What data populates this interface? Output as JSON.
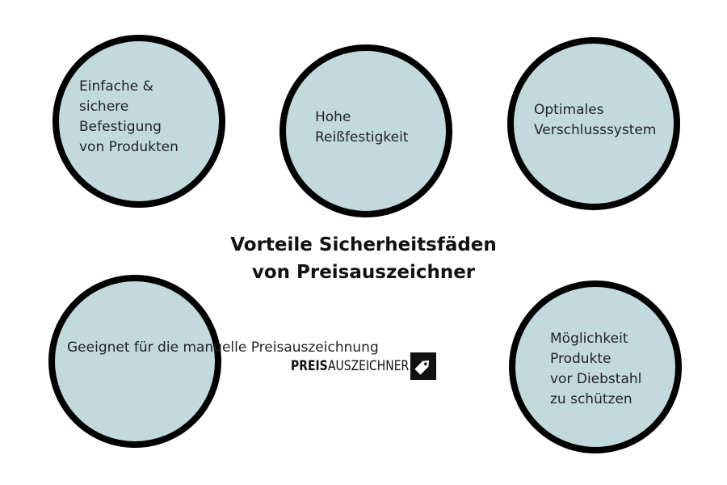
{
  "diagram": {
    "title_line1": "Vorteile Sicherheitsfäden",
    "title_line2": "von Preisauszeichner",
    "items": [
      {
        "text": "Einfache &\nsichere\nBefestigung\nvon Produkten"
      },
      {
        "text": "Hohe\nReißfestigkeit"
      },
      {
        "text": "Optimales\nVerschlusssystem"
      },
      {
        "text": "Geeignet für die\nmanuelle\nPreisauszeichnung"
      },
      {
        "text": "Möglichkeit\nProdukte\nvor Diebstahl\nzu schützen"
      }
    ]
  },
  "logo": {
    "bold_part": "PREIS",
    "light_part": "AUSZEICHNER",
    "icon": "price-tag-icon"
  },
  "colors": {
    "circle_fill": "#c3dadd",
    "circle_border": "#000000",
    "text": "#222222"
  }
}
